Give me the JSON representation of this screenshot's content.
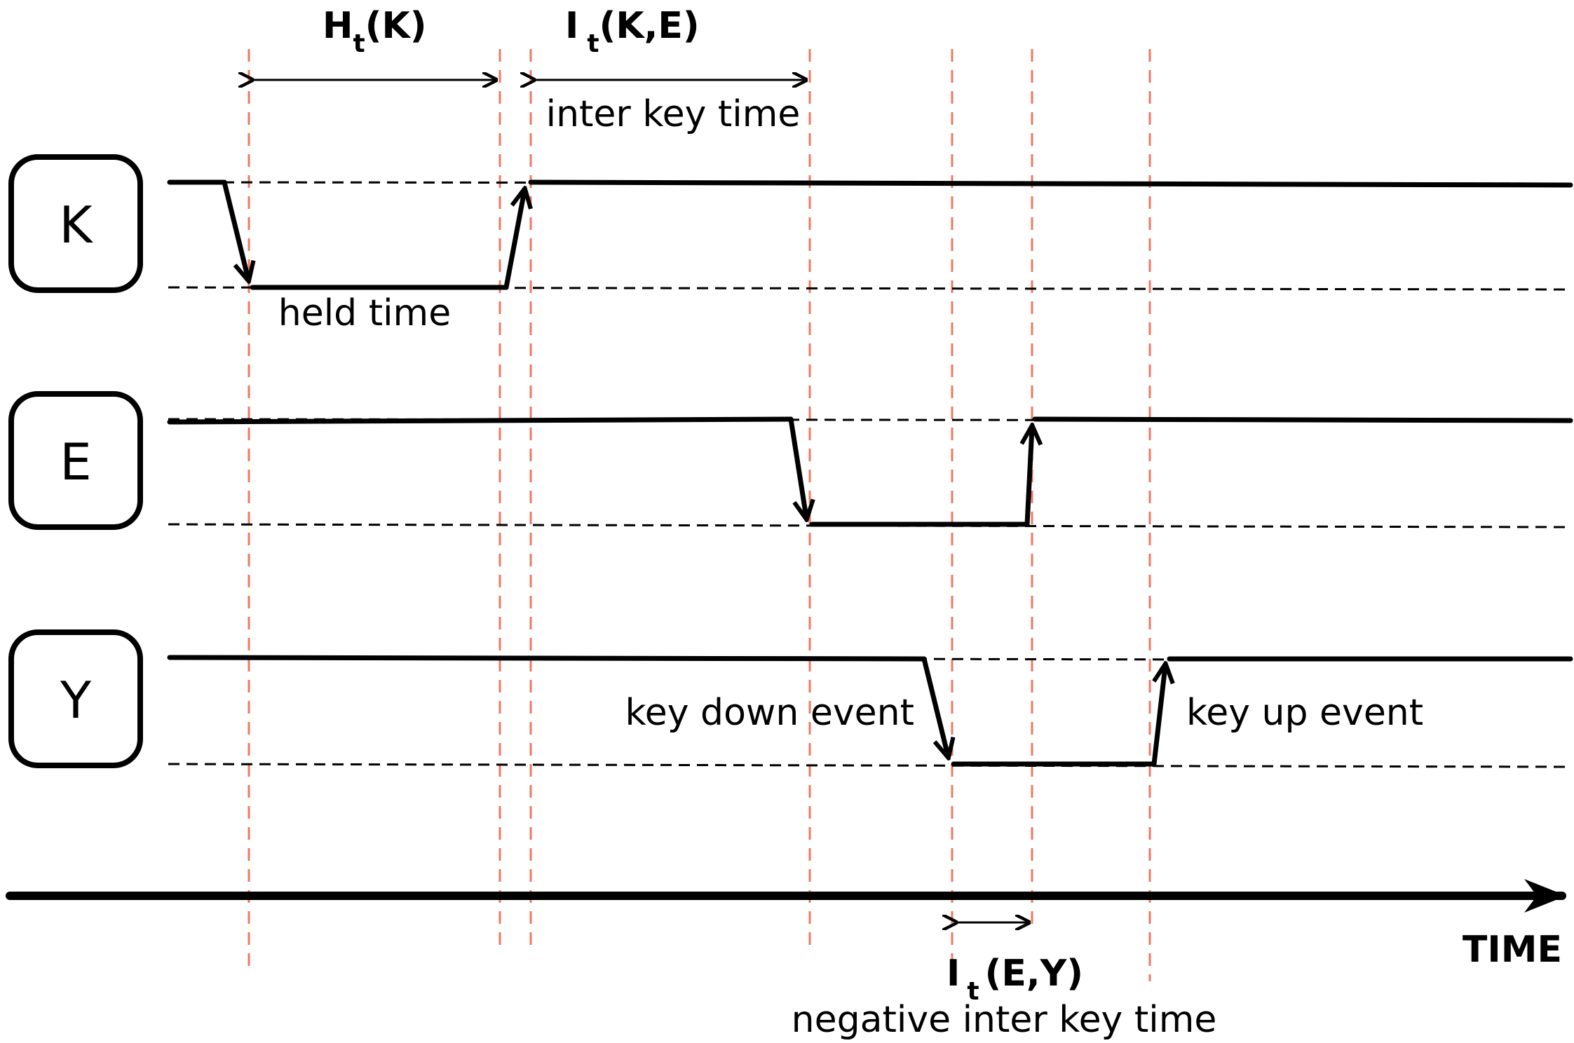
{
  "keys": [
    {
      "label": "K"
    },
    {
      "label": "E"
    },
    {
      "label": "Y"
    }
  ],
  "labels": {
    "held_time_symbol": "H",
    "held_time_sub": "t",
    "held_time_args": "(K)",
    "inter_key_symbol": "I",
    "inter_key_sub": "t",
    "inter_key_args": "(K,E)",
    "inter_key_time": "inter key time",
    "held_time": "held time",
    "key_down_event": "key down event",
    "key_up_event": "key up event",
    "neg_symbol": "I",
    "neg_sub": "t",
    "neg_args": "(E,Y)",
    "negative_inter_key_time": "negative inter key time",
    "time_axis": "TIME"
  },
  "colors": {
    "signal": "#000000",
    "event_marker": "#f07860"
  }
}
